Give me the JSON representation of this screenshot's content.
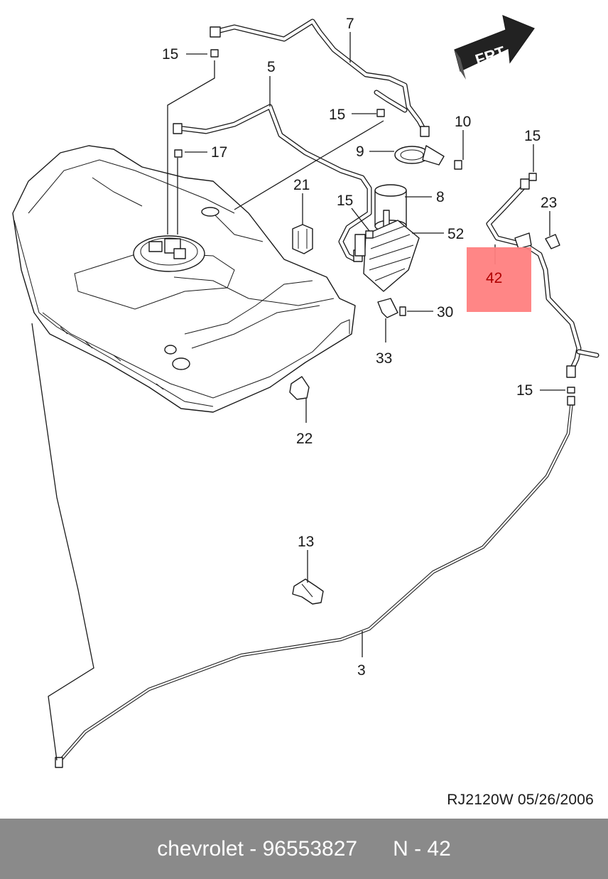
{
  "labels": {
    "p3": "3",
    "p5": "5",
    "p7": "7",
    "p8": "8",
    "p9": "9",
    "p10": "10",
    "p13": "13",
    "p15a": "15",
    "p15b": "15",
    "p15c": "15",
    "p15d": "15",
    "p15e": "15",
    "p17": "17",
    "p21": "21",
    "p22": "22",
    "p23": "23",
    "p30": "30",
    "p33": "33",
    "p42": "42",
    "p52": "52"
  },
  "direction_arrow": "FRT",
  "drawing_code": "RJ2120W  05/26/2006",
  "footer": {
    "brand": "chevrolet",
    "part_number": "96553827",
    "ref": "N - 42"
  },
  "highlight": {
    "part": "42",
    "color": "#ff8080"
  }
}
